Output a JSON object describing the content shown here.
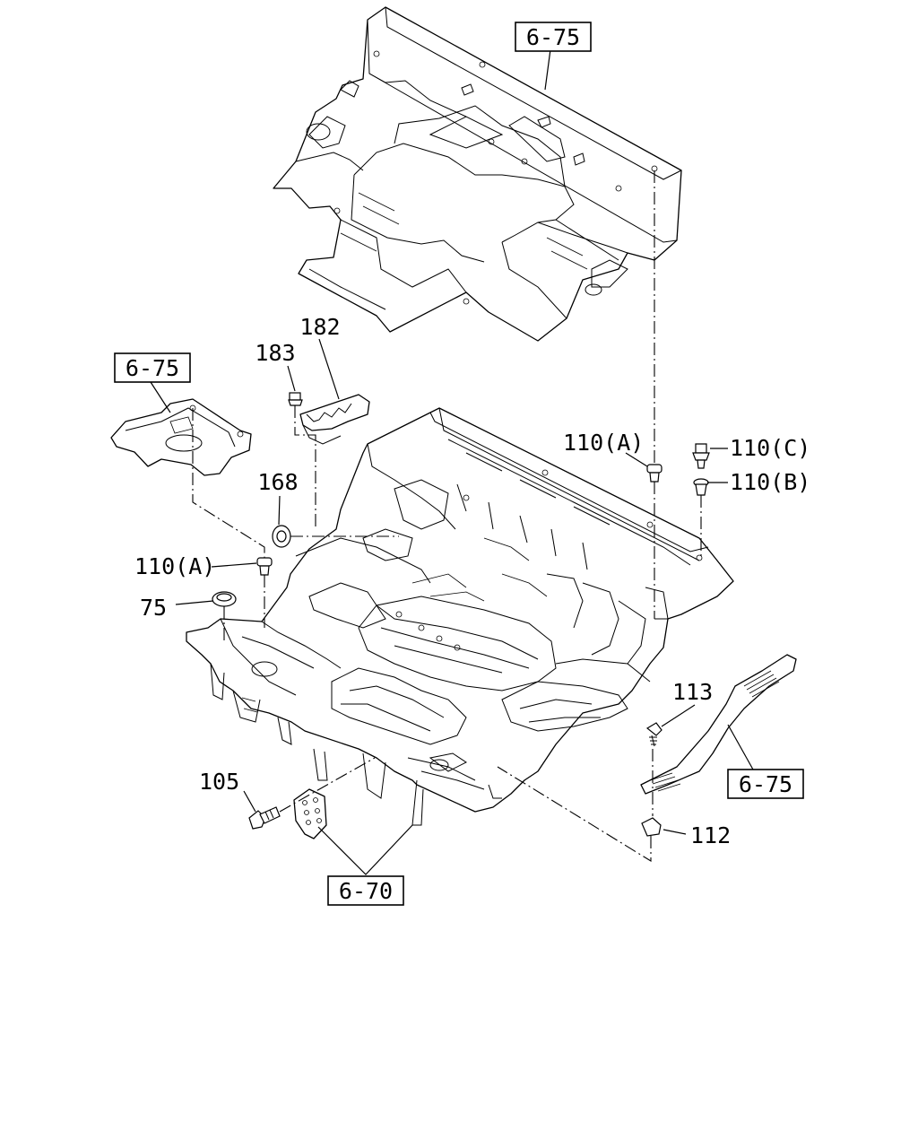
{
  "labels": {
    "ref_top": "6-75",
    "ref_left": "6-75",
    "ref_right": "6-75",
    "ref_bottom": "6-70",
    "p182": "182",
    "p183": "183",
    "p168": "168",
    "p110a_left": "110(A)",
    "p110a_right": "110(A)",
    "p110b": "110(B)",
    "p110c": "110(C)",
    "p75": "75",
    "p113": "113",
    "p112": "112",
    "p105": "105"
  }
}
